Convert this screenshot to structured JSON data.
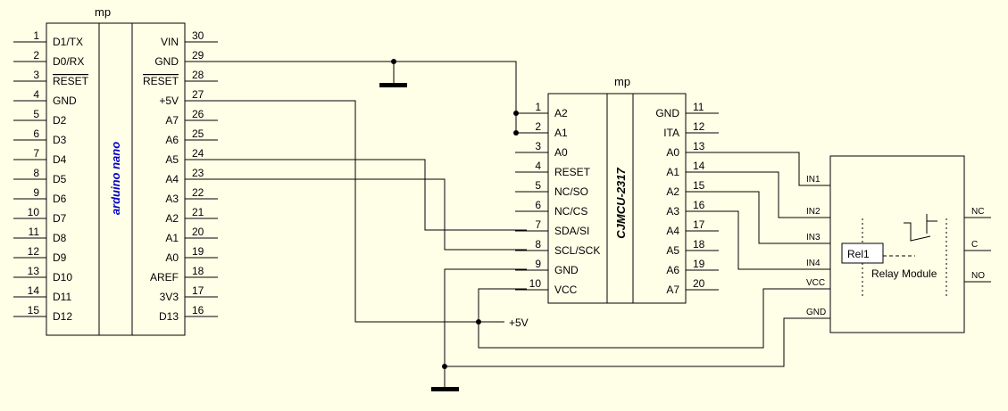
{
  "arduino": {
    "ref": "mp",
    "label": "arduino nano",
    "left_pins": [
      {
        "num": "1",
        "name": "D1/TX"
      },
      {
        "num": "2",
        "name": "D0/RX"
      },
      {
        "num": "3",
        "name": "RESET",
        "overline": true
      },
      {
        "num": "4",
        "name": "GND"
      },
      {
        "num": "5",
        "name": "D2"
      },
      {
        "num": "6",
        "name": "D3"
      },
      {
        "num": "7",
        "name": "D4"
      },
      {
        "num": "8",
        "name": "D5"
      },
      {
        "num": "9",
        "name": "D6"
      },
      {
        "num": "10",
        "name": "D7"
      },
      {
        "num": "11",
        "name": "D8"
      },
      {
        "num": "12",
        "name": "D9"
      },
      {
        "num": "13",
        "name": "D10"
      },
      {
        "num": "14",
        "name": "D11"
      },
      {
        "num": "15",
        "name": "D12"
      }
    ],
    "right_pins": [
      {
        "num": "30",
        "name": "VIN"
      },
      {
        "num": "29",
        "name": "GND"
      },
      {
        "num": "28",
        "name": "RESET",
        "overline": true
      },
      {
        "num": "27",
        "name": "+5V"
      },
      {
        "num": "26",
        "name": "A7"
      },
      {
        "num": "25",
        "name": "A6"
      },
      {
        "num": "24",
        "name": "A5"
      },
      {
        "num": "23",
        "name": "A4"
      },
      {
        "num": "22",
        "name": "A3"
      },
      {
        "num": "21",
        "name": "A2"
      },
      {
        "num": "20",
        "name": "A1"
      },
      {
        "num": "19",
        "name": "A0"
      },
      {
        "num": "18",
        "name": "AREF"
      },
      {
        "num": "17",
        "name": "3V3"
      },
      {
        "num": "16",
        "name": "D13"
      }
    ]
  },
  "expander": {
    "ref": "mp",
    "label": "CJMCU-2317",
    "left_pins": [
      {
        "num": "1",
        "name": "A2"
      },
      {
        "num": "2",
        "name": "A1"
      },
      {
        "num": "3",
        "name": "A0"
      },
      {
        "num": "4",
        "name": "RESET"
      },
      {
        "num": "5",
        "name": "NC/SO"
      },
      {
        "num": "6",
        "name": "NC/CS"
      },
      {
        "num": "7",
        "name": "SDA/SI"
      },
      {
        "num": "8",
        "name": "SCL/SCK"
      },
      {
        "num": "9",
        "name": "GND"
      },
      {
        "num": "10",
        "name": "VCC"
      }
    ],
    "right_pins": [
      {
        "num": "11",
        "name": "GND"
      },
      {
        "num": "12",
        "name": "ITA"
      },
      {
        "num": "13",
        "name": "A0"
      },
      {
        "num": "14",
        "name": "A1"
      },
      {
        "num": "15",
        "name": "A2"
      },
      {
        "num": "16",
        "name": "A3"
      },
      {
        "num": "17",
        "name": "A4"
      },
      {
        "num": "18",
        "name": "A5"
      },
      {
        "num": "19",
        "name": "A6"
      },
      {
        "num": "20",
        "name": "A7"
      }
    ]
  },
  "relay": {
    "label": "Relay Module",
    "component": "Rel1",
    "inputs": [
      "IN1",
      "IN2",
      "IN3",
      "IN4",
      "VCC",
      "GND"
    ],
    "outputs": [
      "NC",
      "C",
      "NO"
    ]
  },
  "power_label": "+5V",
  "colors": {
    "background": "#ffffe8",
    "wire": "#000000",
    "chip_label": "#0000cc"
  }
}
